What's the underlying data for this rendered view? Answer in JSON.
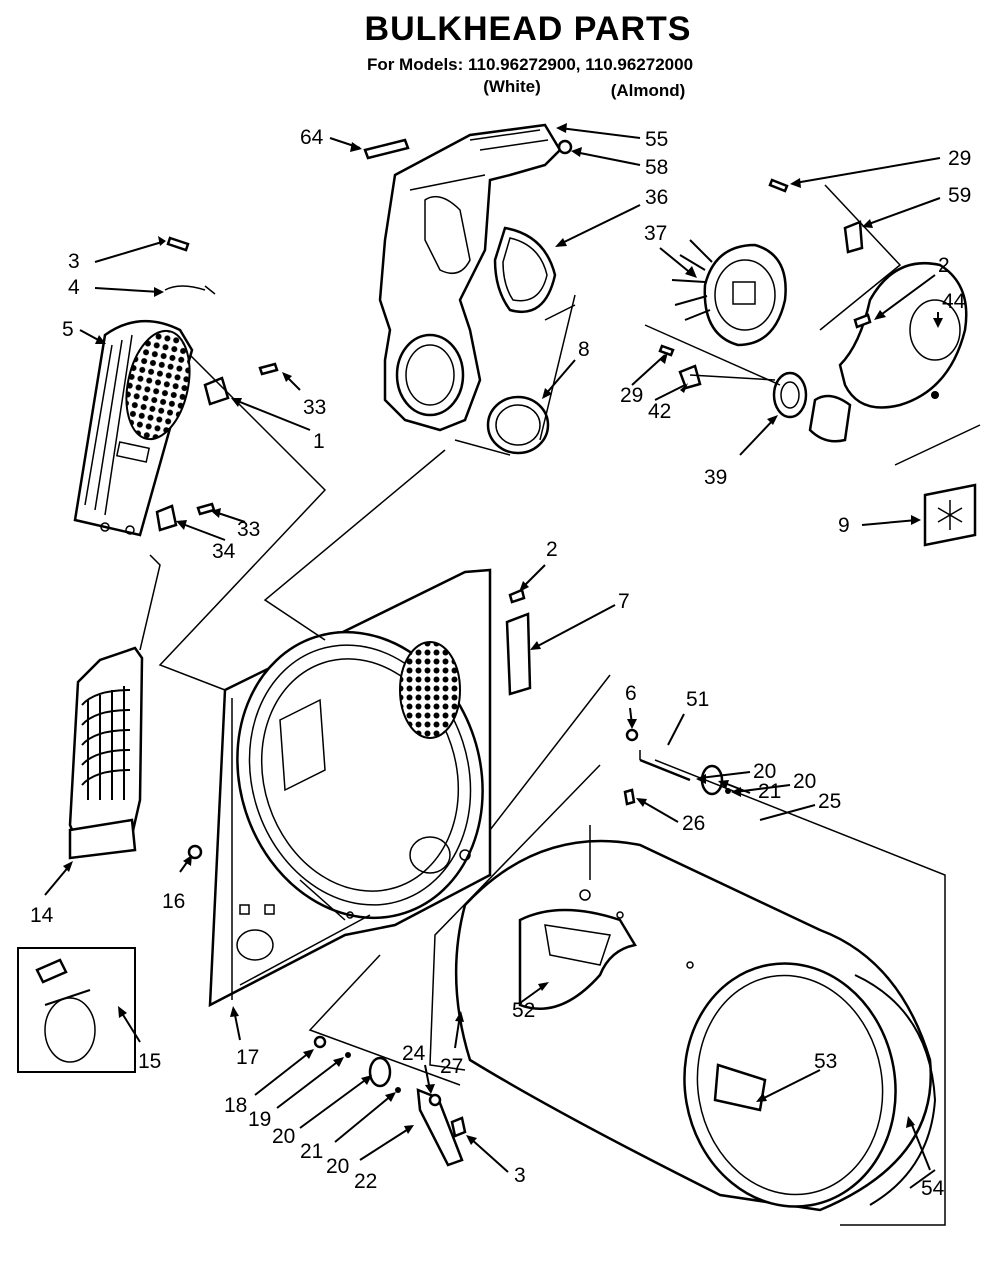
{
  "title": "BULKHEAD PARTS",
  "models_line": "For Models: 110.96272900, 110.96272000",
  "variant_white": "(White)",
  "variant_almond": "(Almond)",
  "callouts": {
    "c64": "64",
    "c55": "55",
    "c58": "58",
    "c36": "36",
    "c29a": "29",
    "c59": "59",
    "c37": "37",
    "c2a": "2",
    "c44": "44",
    "c3a": "3",
    "c4": "4",
    "c5": "5",
    "c33a": "33",
    "c1": "1",
    "c8": "8",
    "c29b": "29",
    "c42": "42",
    "c39": "39",
    "c33b": "33",
    "c34": "34",
    "c9": "9",
    "c2b": "2",
    "c7": "7",
    "c6": "6",
    "c51": "51",
    "c20a": "20",
    "c21a": "21",
    "c20b": "20",
    "c25": "25",
    "c26": "26",
    "c14": "14",
    "c16": "16",
    "c52": "52",
    "c15": "15",
    "c17": "17",
    "c24": "24",
    "c27": "27",
    "c53": "53",
    "c18": "18",
    "c19": "19",
    "c20c": "20",
    "c21b": "21",
    "c20d": "20",
    "c22": "22",
    "c3b": "3",
    "c54": "54"
  }
}
